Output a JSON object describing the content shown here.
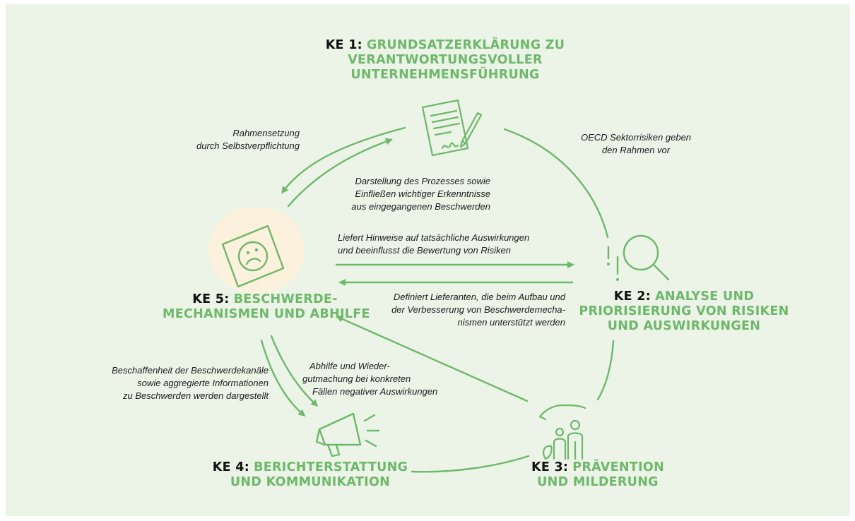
{
  "colors": {
    "background": "#ebf4e6",
    "accent": "#6db86a",
    "highlight": "#fbf1dc",
    "text": "#1c1c1c"
  },
  "ke1": {
    "code": "KE 1:",
    "lines": [
      "GRUNDSATZERKLÄRUNG ZU",
      "VERANTWORTUNGSVOLLER",
      "UNTERNEHMENSFÜHRUNG"
    ],
    "icon": "signed-document-icon"
  },
  "ke2": {
    "code": "KE 2:",
    "lines": [
      "ANALYSE UND",
      "PRIORISIERUNG VON RISIKEN",
      "UND AUSWIRKUNGEN"
    ],
    "icon": "magnifier-icon"
  },
  "ke3": {
    "code": "KE 3:",
    "lines": [
      "PRÄVENTION",
      "UND MILDERUNG"
    ],
    "icon": "protecting-hand-icon"
  },
  "ke4": {
    "code": "KE 4:",
    "lines": [
      "BERICHTERSTATTUNG",
      "UND KOMMUNIKATION"
    ],
    "icon": "megaphone-icon"
  },
  "ke5": {
    "code": "KE 5:",
    "lines": [
      "BESCHWERDE-",
      "MECHANISMEN UND ABHILFE"
    ],
    "icon": "sad-face-sign-icon"
  },
  "notes": {
    "rahmensetzung": [
      "Rahmensetzung",
      "durch Selbstverpflichtung"
    ],
    "oecd": [
      "OECD Sektorrisiken geben",
      "den Rahmen vor"
    ],
    "darstellung": [
      "Darstellung des Prozesses sowie",
      "Einfließen wichtiger Erkenntnisse",
      "aus eingegangenen Beschwerden"
    ],
    "liefert": [
      "Liefert Hinweise auf tatsächliche Auswirkungen",
      "und beeinflusst die Bewertung von Risiken"
    ],
    "definiert": [
      "Definiert Lieferanten, die beim Aufbau und",
      "der Verbesserung von Beschwerdemecha-",
      "nismen unterstützt werden"
    ],
    "beschaffenheit": [
      "Beschaffenheit der Beschwerdekanäle",
      "sowie aggregierte Informationen",
      "zu Beschwerden werden dargestellt"
    ],
    "abhilfe": [
      "Abhilfe und Wieder-",
      "gutmachung bei konkreten",
      "Fällen negativer Auswirkungen"
    ]
  }
}
